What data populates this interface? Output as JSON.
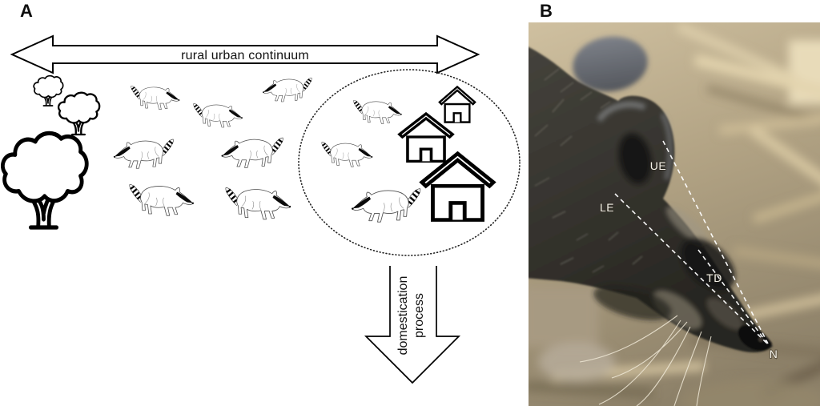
{
  "panel_a": {
    "label": "A",
    "continuum_arrow_label": "rural urban continuum",
    "process_arrow_label_line1": "domestication",
    "process_arrow_label_line2": "process",
    "tree_count": 3,
    "raccoon_count": 10,
    "house_count": 3
  },
  "panel_b": {
    "label": "B",
    "landmark_ue": "UE",
    "landmark_le": "LE",
    "landmark_td": "TD",
    "landmark_n": "N"
  },
  "colors": {
    "diagram_line": "#000000",
    "raccoon_sketch": "#4d4d4d",
    "measurement_line": "#ffffff",
    "photo_label": "#f6f3ea"
  }
}
